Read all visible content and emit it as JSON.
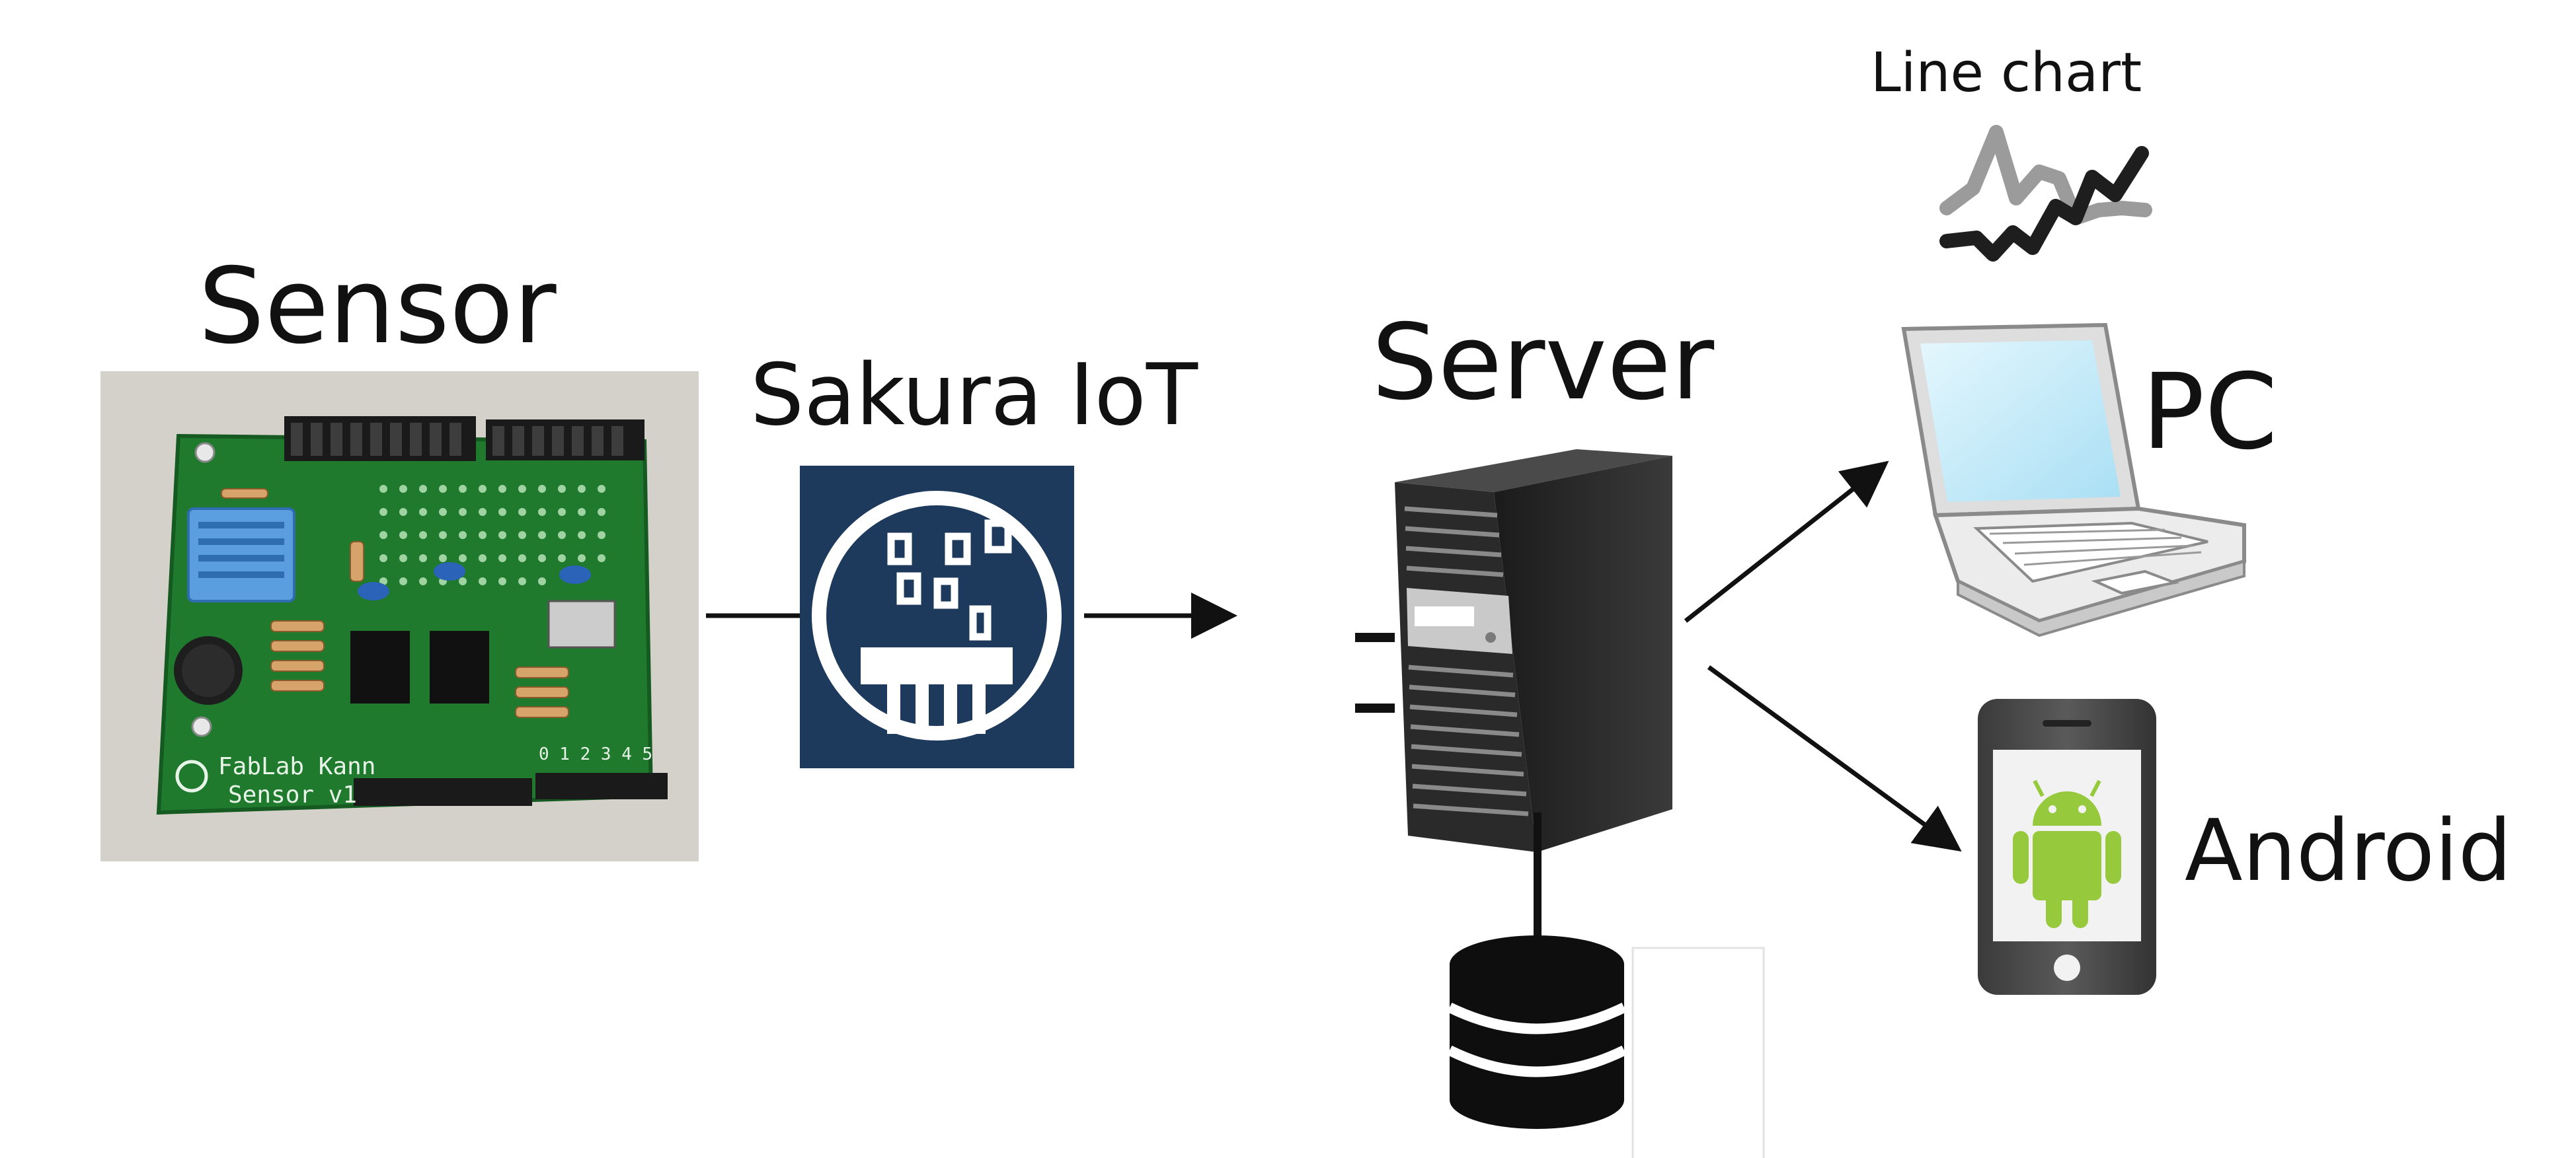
{
  "labels": {
    "sensor": "Sensor",
    "sakura_iot": "Sakura IoT",
    "server": "Server",
    "line_chart": "Line chart",
    "pc": "PC",
    "android": "Android"
  },
  "board": {
    "silkscreen_line1": "FabLab Kann",
    "silkscreen_line2": "Sensor v1",
    "pin_numbers": "0 1 2 3 4 5"
  },
  "colors": {
    "pcb_green": "#1f7a2e",
    "sakura_tile": "#1d3a5c",
    "server_body": "#2a2a2a",
    "android_green": "#97c93d",
    "screen_blue": "#cfeefb",
    "arrow": "#111111"
  },
  "icons": {
    "sakura": "sakura-iot-logo-icon",
    "server": "server-tower-icon",
    "database": "database-icon",
    "laptop": "laptop-icon",
    "phone": "smartphone-icon",
    "android": "android-robot-icon",
    "chart": "line-chart-icon"
  }
}
